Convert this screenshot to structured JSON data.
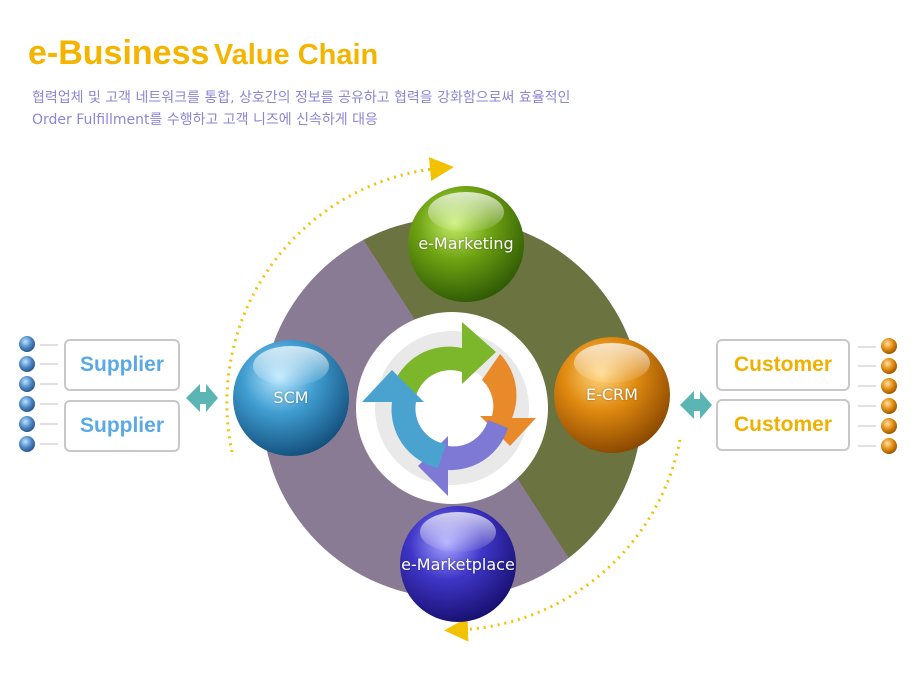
{
  "title": {
    "part1": "e-Business",
    "part2": "Value Chain"
  },
  "subtitle": {
    "line1": "협력업체 및 고객 네트워크를 통합, 상호간의 정보를 공유하고 협력을 강화함으로써 효율적인",
    "line2": "Order Fulfillment를 수행하고 고객 니즈에 신속하게 대응"
  },
  "nodes": {
    "marketing": "e-Marketing",
    "scm": "SCM",
    "ecrm": "E-CRM",
    "marketplace": "e-Marketplace"
  },
  "suppliers": [
    "Supplier",
    "Supplier"
  ],
  "customers": [
    "Customer",
    "Customer"
  ],
  "colors": {
    "title": "#f4b400",
    "subtitle": "#8b86d6",
    "supplier_text": "#5aa9e6",
    "customer_text": "#f0b000",
    "olive_sector": "#6b7340",
    "purple_sector": "#8a7b94",
    "teal_arrow": "#5bb5b5",
    "dotted_arc": "#f2c200"
  },
  "icons": [
    "double-arrow-icon",
    "cycle-arrows-icon",
    "dotted-arc-arrow-icon"
  ]
}
